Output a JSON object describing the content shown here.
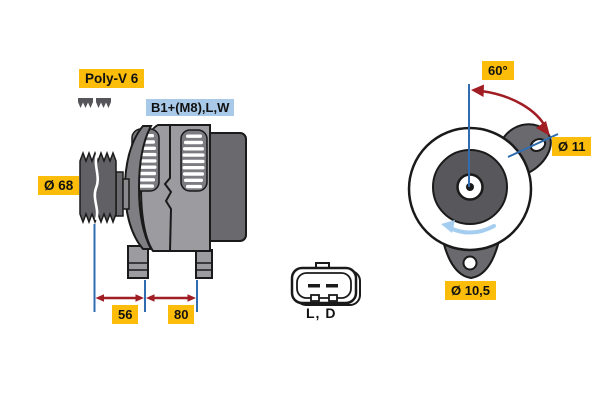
{
  "drawing": {
    "labels": {
      "belt_type": "Poly-V 6",
      "terminals": "B1+(M8),L,W",
      "pulley_diameter": "Ø 68",
      "dim_front": "56",
      "dim_rear": "80",
      "mount_angle": "60°",
      "hole_top_diameter": "Ø 11",
      "hole_bottom_diameter": "Ø 10,5",
      "connector_pins": "L, D"
    },
    "colors": {
      "label_yellow": "#FBBD09",
      "label_blue": "#A9C9E8",
      "dimension_blue": "#2F6DB0",
      "dimension_red": "#A01D23",
      "rotation_blue": "#A5CDF0",
      "body_gray": "#9B9BA0",
      "dark_gray": "#69696E",
      "outline": "#1A1A1A"
    },
    "icons": {
      "belt_profile": "poly-v-belt-profile-icon",
      "rotation": "rotation-direction-arrow-icon"
    }
  }
}
